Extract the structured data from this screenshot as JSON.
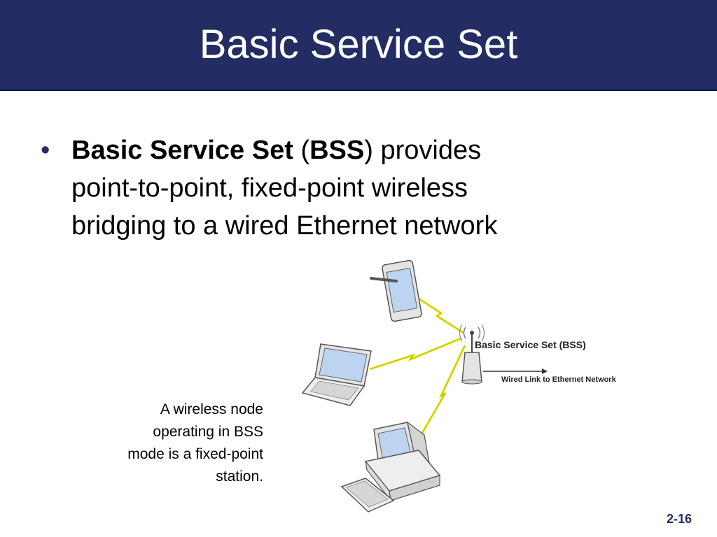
{
  "slide": {
    "title": "Basic Service Set",
    "page_number": "2-16"
  },
  "bullet": {
    "bold_term": "Basic Service Set",
    "open_paren": " (",
    "acronym": "BSS",
    "rest_line1": ") provides",
    "line2": "point-to-point, fixed-point wireless",
    "line3": "bridging to a wired Ethernet network"
  },
  "caption": {
    "line1": "A wireless node",
    "line2": "operating in BSS",
    "line3": "mode is a fixed-point",
    "line4": "station."
  },
  "diagram": {
    "bss_label": "Basic Service Set (BSS)",
    "wired_label": "Wired Link to Ethernet Network",
    "colors": {
      "title_bar": "#232d63",
      "lightning": "#e8e800",
      "device_body": "#eaeaea",
      "screen": "#bcd4ef"
    }
  }
}
